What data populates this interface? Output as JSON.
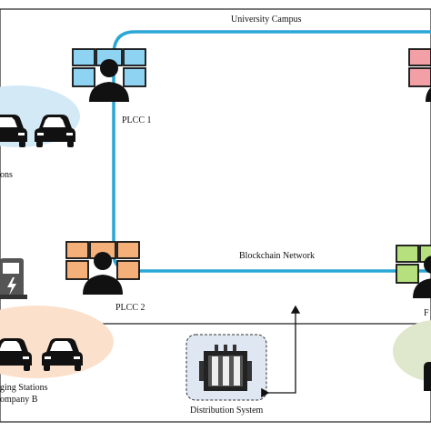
{
  "labels": {
    "campus": "University Campus",
    "blockchain": "Blockchain Network",
    "plcc1": "PLCC 1",
    "plcc2": "PLCC 2",
    "plcc_right_partial": "F",
    "stations_top_partial": "ons",
    "stations_bottom_line1": "ging Stations",
    "stations_bottom_line2": "ompany B",
    "distribution": "Distribution System"
  },
  "colors": {
    "network_line": "#2aa7d6",
    "monitor_blue": "#8fd3f2",
    "monitor_pink": "#f2a0a6",
    "monitor_orange": "#f5b07a",
    "monitor_green": "#b6e07e",
    "ellipse_blue": "#d4e9f6",
    "ellipse_orange": "#fbe1cc",
    "ellipse_green": "#dfe8cc",
    "dashed_box": "#dfe7f2"
  },
  "icons": [
    "operator-monitor-icon",
    "car-icon",
    "charging-station-icon",
    "transformer-icon"
  ]
}
